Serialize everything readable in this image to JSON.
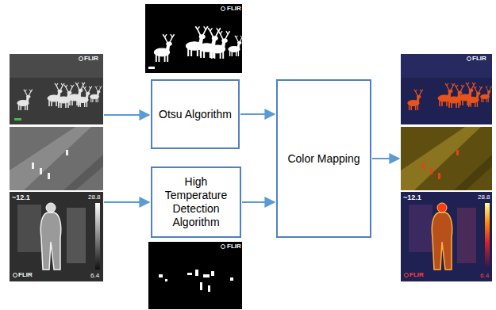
{
  "diagram": {
    "nodes": [
      {
        "text": [
          "Otsu Algorithm"
        ]
      },
      {
        "text": [
          "High Temperature Detection Algorithm"
        ]
      },
      {
        "text": [
          "Color Mapping"
        ]
      }
    ],
    "edges": [
      {
        "from": 0,
        "to": 2,
        "arrow": "to"
      },
      {
        "from": 1,
        "to": 2,
        "arrow": "to"
      }
    ],
    "labels": [
      "FLIR",
      "FLIR",
      "~12.1",
      "28.8",
      "6.4",
      "FLIR",
      "FLIR",
      "FLIR",
      "~12.1",
      "28.8",
      "6.4",
      "FLIR"
    ]
  }
}
